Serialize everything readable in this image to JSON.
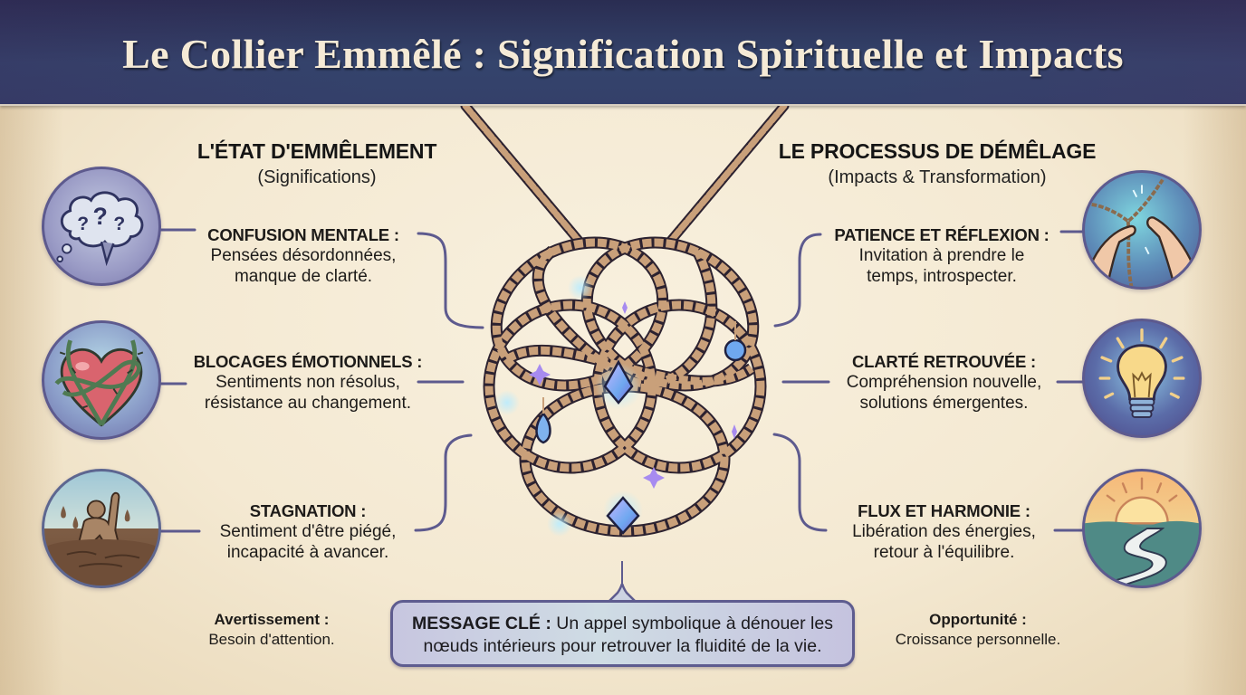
{
  "header": {
    "title": "Le Collier Emmêlé : Signification Spirituelle et Impacts"
  },
  "left_section": {
    "heading": "L'ÉTAT D'EMMÊLEMENT",
    "subheading": "(Significations)",
    "items": [
      {
        "icon": "confused-brain-icon",
        "label": "CONFUSION MENTALE :",
        "line1": "Pensées désordonnées,",
        "line2": "manque de clarté."
      },
      {
        "icon": "thorn-wrapped-heart-icon",
        "label": "BLOCAGES ÉMOTIONNELS :",
        "line1": "Sentiments non résolus,",
        "line2": "résistance au changement."
      },
      {
        "icon": "person-stuck-in-mud-icon",
        "label": "STAGNATION :",
        "line1": "Sentiment d'être piégé,",
        "line2": "incapacité à avancer."
      }
    ],
    "note": {
      "label": "Avertissement :",
      "text": "Besoin d'attention."
    }
  },
  "right_section": {
    "heading": "LE PROCESSUS DE DÉMÊLAGE",
    "subheading": "(Impacts & Transformation)",
    "items": [
      {
        "icon": "hands-untangling-chain-icon",
        "label": "PATIENCE ET RÉFLEXION :",
        "line1": "Invitation à prendre le",
        "line2": "temps, introspecter."
      },
      {
        "icon": "lightbulb-icon",
        "label": "CLARTÉ RETROUVÉE :",
        "line1": "Compréhension nouvelle,",
        "line2": "solutions émergentes."
      },
      {
        "icon": "sunrise-river-icon",
        "label": "FLUX ET HARMONIE :",
        "line1": "Libération des énergies,",
        "line2": "retour à l'équilibre."
      }
    ],
    "note": {
      "label": "Opportunité :",
      "text": "Croissance personnelle."
    }
  },
  "center": {
    "illustration": "tangled-necklace-icon"
  },
  "message": {
    "label": "MESSAGE CLÉ :",
    "line1": " Un appel symbolique à dénouer les",
    "line2": "nœuds intérieurs pour retrouver la fluidité de la vie."
  },
  "colors": {
    "header_bg": "#2f3a62",
    "title_text": "#f5ead6",
    "parchment": "#f4e9d2",
    "connector": "#5d5a8e",
    "chain": "#c49a6c",
    "message_bg": "#cbd3e3"
  }
}
